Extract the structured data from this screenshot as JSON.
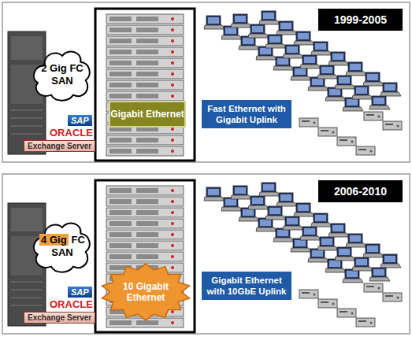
{
  "diagram": {
    "nodes": [
      {
        "text": [
          "1999-2005"
        ]
      },
      {
        "text": [
          "2 Gig FC SAN"
        ]
      },
      {
        "text": [
          "Gigabit Ethernet"
        ]
      },
      {
        "text": [
          "Fast Ethernet with Gigabit Uplink"
        ]
      },
      {
        "text": [
          "2006-2010"
        ]
      },
      {
        "text": [
          "4 Gig",
          "FC SAN"
        ]
      },
      {
        "text": [
          "10 Gigabit Ethernet"
        ]
      },
      {
        "text": [
          "Gigabit Ethernet with 10GbE Uplink"
        ]
      }
    ],
    "labels": [
      "SAP",
      "ORACLE",
      "Exchange Server",
      "SAP",
      "ORACLE",
      "Exchange Server"
    ]
  }
}
